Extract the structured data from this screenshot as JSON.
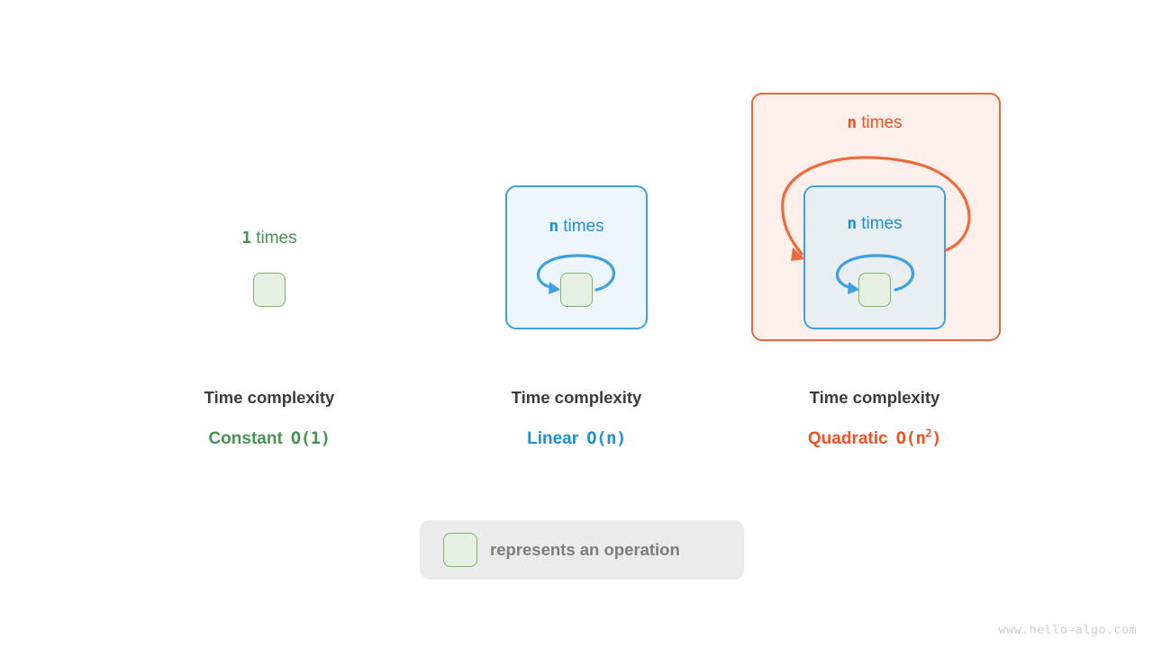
{
  "figure": {
    "watermark": "www.hello-algo.com",
    "background_color": "#ffffff"
  },
  "colors": {
    "green_text": "#479351",
    "green_border": "#7eb46d",
    "green_fill": "#e6f0e2",
    "blue_text": "#1f8fd8",
    "blue_border": "#3ba1e3",
    "blue_fill": "#edf6fd",
    "blue_fill_on_orange": "#e9eef3",
    "orange_text": "#ef5223",
    "orange_border": "#e8663c",
    "orange_fill": "#fdf0ea",
    "title_text": "#3c3c3c",
    "legend_text": "#7d7d7d",
    "legend_pill": "#ebebeb",
    "watermark_text": "#cfcfcf"
  },
  "columns": [
    {
      "id": "constant",
      "count_symbol": "1",
      "count_word": "times",
      "count_color": "#479351",
      "title": "Time complexity",
      "name": "Constant",
      "big_o": "O(1)",
      "big_o_prefix": "O(1)",
      "big_o_exponent": "",
      "value_color": "#479351",
      "nesting_depth": 0
    },
    {
      "id": "linear",
      "count_symbol": "n",
      "count_word": "times",
      "count_color": "#1f8fd8",
      "title": "Time complexity",
      "name": "Linear",
      "big_o": "O(n)",
      "big_o_prefix": "O(n)",
      "big_o_exponent": "",
      "value_color": "#1f8fd8",
      "nesting_depth": 1
    },
    {
      "id": "quadratic",
      "count_symbol": "n",
      "count_word": "times",
      "count_color": "#ef5223",
      "inner_count_symbol": "n",
      "inner_count_word": "times",
      "inner_count_color": "#1f8fd8",
      "title": "Time complexity",
      "name": "Quadratic",
      "big_o": "O(n2)",
      "big_o_prefix": "O(n",
      "big_o_exponent": "2",
      "big_o_suffix": ")",
      "value_color": "#ef5223",
      "nesting_depth": 2
    }
  ],
  "legend": {
    "swatch_label": "operation-swatch",
    "text": "represents an operation"
  }
}
